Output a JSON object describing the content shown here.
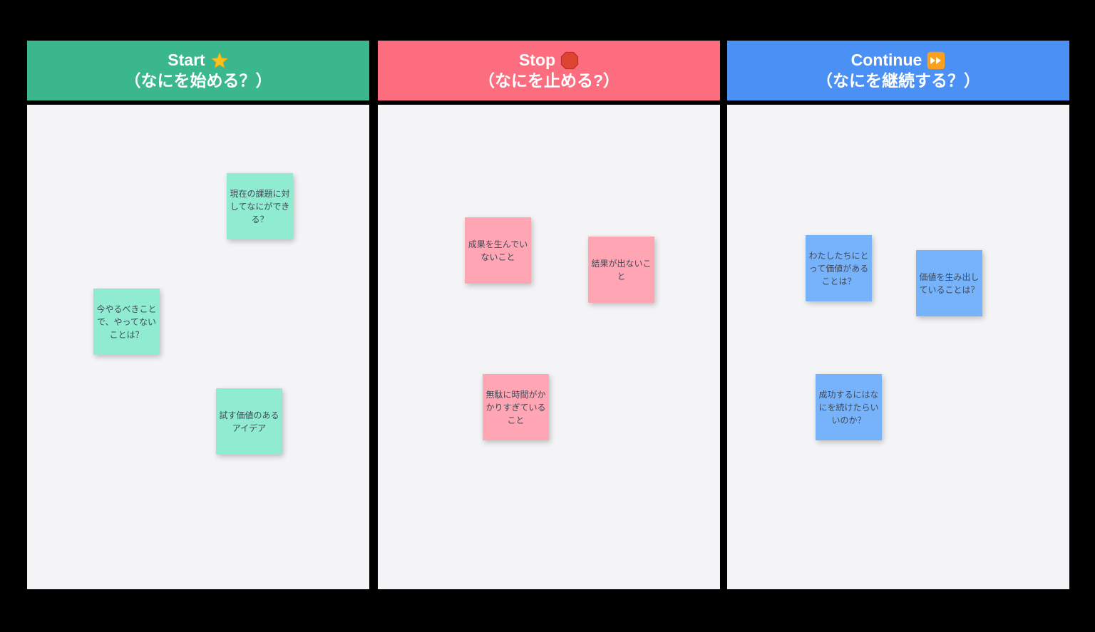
{
  "page": {
    "background": "#000000",
    "canvas_background": "#f4f4f6",
    "note_text_color": "#3e4a59"
  },
  "columns": [
    {
      "id": "start",
      "title": "Start",
      "subtitle": "（なにを始める？）",
      "icon": "star-icon",
      "header_color": "#3bb78e",
      "note_color": "#90ecd0",
      "notes": [
        "現在の課題に対してなにができる？",
        "今やるべきことで、やってないことは？",
        "試す価値のあるアイデア"
      ]
    },
    {
      "id": "stop",
      "title": "Stop",
      "subtitle": "（なにを止める?）",
      "icon": "stop-sign-icon",
      "header_color": "#fc6d80",
      "note_color": "#ffa5b3",
      "notes": [
        "成果を生んでいないこと",
        "結果が出ないこと",
        "無駄に時間がかかりすぎていること"
      ]
    },
    {
      "id": "continue",
      "title": "Continue",
      "subtitle": "（なにを継続する？）",
      "icon": "fast-forward-icon",
      "header_color": "#4b90f5",
      "note_color": "#77b3fb",
      "notes": [
        "わたしたちにとって価値があることは？",
        "価値を生み出していることは？",
        "成功するにはなにを続けたらいいのか？"
      ]
    }
  ]
}
